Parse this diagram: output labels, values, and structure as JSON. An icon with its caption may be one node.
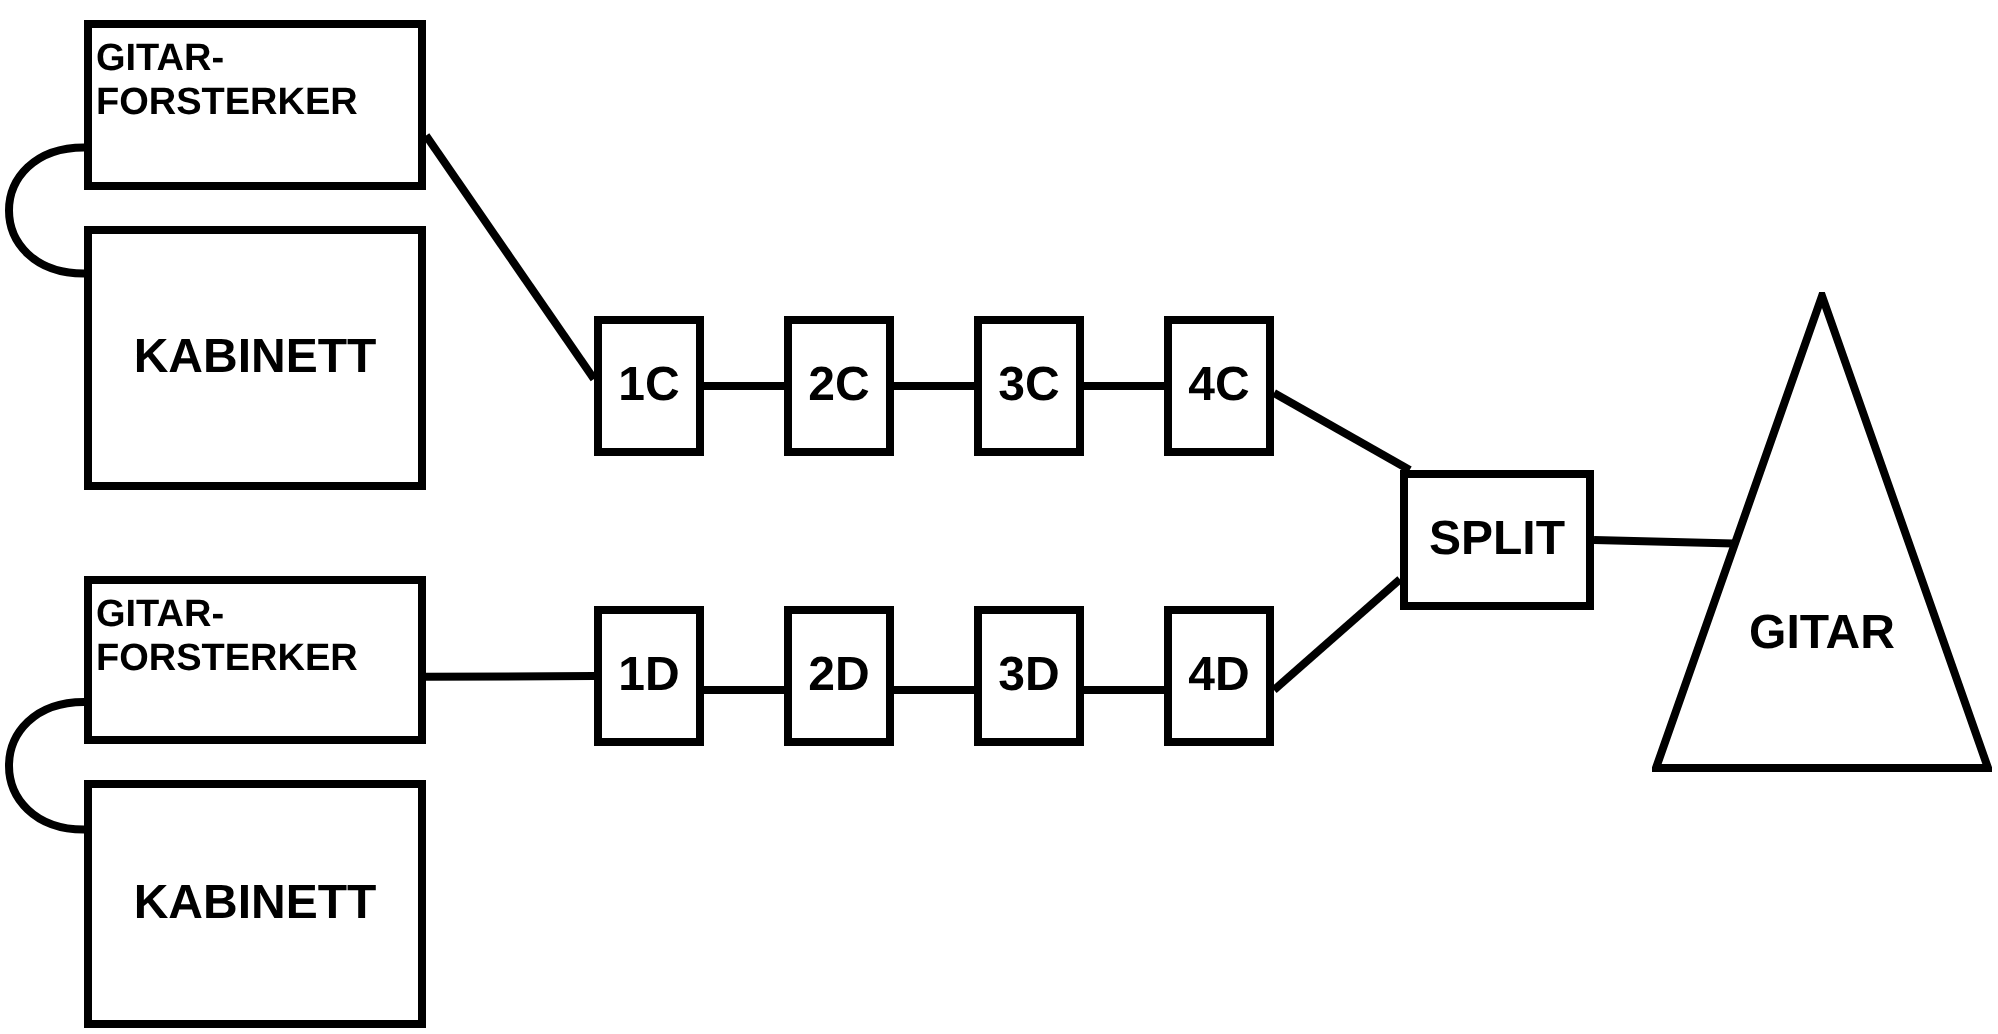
{
  "diagram": {
    "nodes": [
      {
        "text": [
          "GITAR- FORSTERKER"
        ]
      },
      {
        "text": [
          "KABINETT"
        ]
      },
      {
        "text": [
          "GITAR- FORSTERKER"
        ]
      },
      {
        "text": [
          "KABINETT"
        ]
      },
      {
        "text": [
          "1C"
        ]
      },
      {
        "text": [
          "2C"
        ]
      },
      {
        "text": [
          "3C"
        ]
      },
      {
        "text": [
          "4C"
        ]
      },
      {
        "text": [
          "1D"
        ]
      },
      {
        "text": [
          "2D"
        ]
      },
      {
        "text": [
          "3D"
        ]
      },
      {
        "text": [
          "4D"
        ]
      },
      {
        "text": [
          "SPLIT"
        ]
      },
      {
        "text": [
          "GITAR"
        ]
      }
    ],
    "edges": [
      {
        "from": 13,
        "to": 12,
        "arrow": "none"
      },
      {
        "from": 12,
        "to": 7,
        "arrow": "none"
      },
      {
        "from": 7,
        "to": 6,
        "arrow": "none"
      },
      {
        "from": 6,
        "to": 5,
        "arrow": "none"
      },
      {
        "from": 5,
        "to": 4,
        "arrow": "none"
      },
      {
        "from": 4,
        "to": 0,
        "arrow": "none"
      },
      {
        "from": 0,
        "to": 1,
        "arrow": "none"
      },
      {
        "from": 12,
        "to": 11,
        "arrow": "none"
      },
      {
        "from": 11,
        "to": 10,
        "arrow": "none"
      },
      {
        "from": 10,
        "to": 9,
        "arrow": "none"
      },
      {
        "from": 9,
        "to": 8,
        "arrow": "none"
      },
      {
        "from": 8,
        "to": 2,
        "arrow": "none"
      },
      {
        "from": 2,
        "to": 3,
        "arrow": "none"
      }
    ]
  }
}
